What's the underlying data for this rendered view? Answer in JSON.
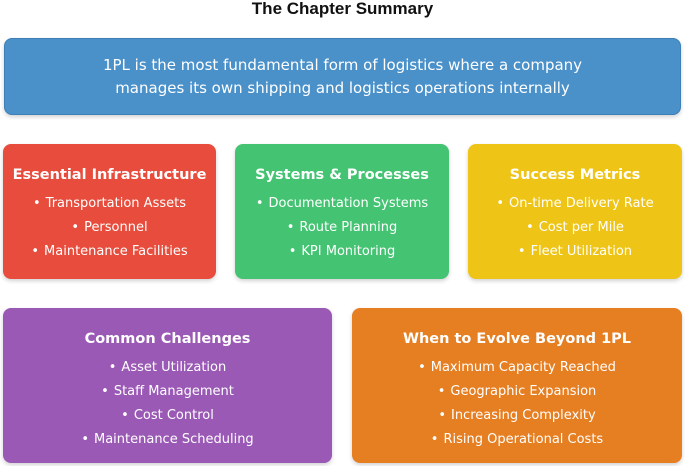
{
  "title": "The Chapter Summary",
  "intro": {
    "line1": "1PL is the most fundamental form of logistics where a company",
    "line2": "manages its own shipping and logistics operations internally"
  },
  "cards": [
    {
      "title": "Essential Infrastructure",
      "items": [
        "Transportation Assets",
        "Personnel",
        "Maintenance Facilities"
      ],
      "color": "#e74c3c"
    },
    {
      "title": "Systems & Processes",
      "items": [
        "Documentation Systems",
        "Route Planning",
        "KPI Monitoring"
      ],
      "color": "#44c472"
    },
    {
      "title": "Success Metrics",
      "items": [
        "On-time Delivery Rate",
        "Cost per Mile",
        "Fleet Utilization"
      ],
      "color": "#eec416"
    },
    {
      "title": "Common Challenges",
      "items": [
        "Asset Utilization",
        "Staff Management",
        "Cost Control",
        "Maintenance Scheduling"
      ],
      "color": "#9b59b6"
    },
    {
      "title": "When to Evolve Beyond 1PL",
      "items": [
        "Maximum Capacity Reached",
        "Geographic Expansion",
        "Increasing Complexity",
        "Rising Operational Costs"
      ],
      "color": "#e67e22"
    }
  ],
  "bullet": "•"
}
